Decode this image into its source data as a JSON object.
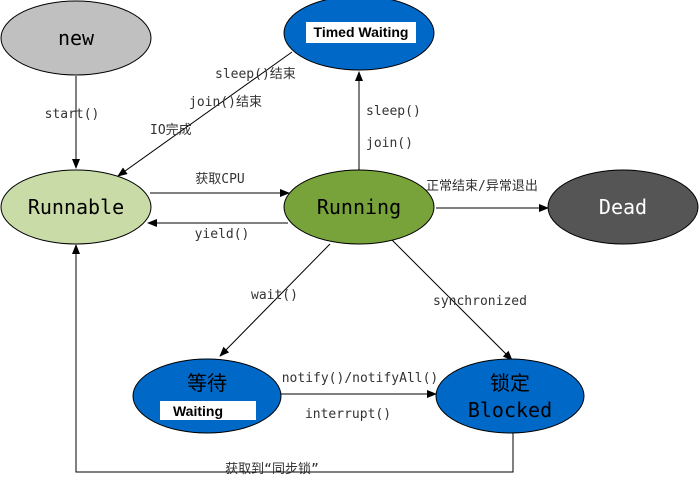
{
  "states": {
    "new": {
      "label": "new",
      "fill": "#c0c0c0",
      "text_color": "#000000"
    },
    "timed_waiting": {
      "label": "Timed Waiting",
      "fill": "#0068c6",
      "text_color": "#000000"
    },
    "runnable": {
      "label": "Runnable",
      "fill": "#c9dca8",
      "text_color": "#000000"
    },
    "running": {
      "label": "Running",
      "fill": "#78a23a",
      "text_color": "#000000"
    },
    "dead": {
      "label": "Dead",
      "fill": "#555555",
      "text_color": "#ffffff"
    },
    "waiting": {
      "label_cn": "等待",
      "label_en": "Waiting",
      "fill": "#0068c6",
      "text_color": "#000000"
    },
    "blocked": {
      "label_cn": "锁定",
      "label_en": "Blocked",
      "fill": "#0068c6",
      "text_color": "#000000"
    }
  },
  "transitions": {
    "start": "start()",
    "sleep_end": "sleep()结束",
    "join_end": "join()结束",
    "io_done": "IO完成",
    "sleep": "sleep()",
    "join": "join()",
    "get_cpu": "获取CPU",
    "yield": "yield()",
    "finish": "正常结束/异常退出",
    "wait": "wait()",
    "synchronized": "synchronized",
    "notify": "notify()/notifyAll()",
    "interrupt": "interrupt()",
    "acquire_lock": "获取到“同步锁”"
  }
}
